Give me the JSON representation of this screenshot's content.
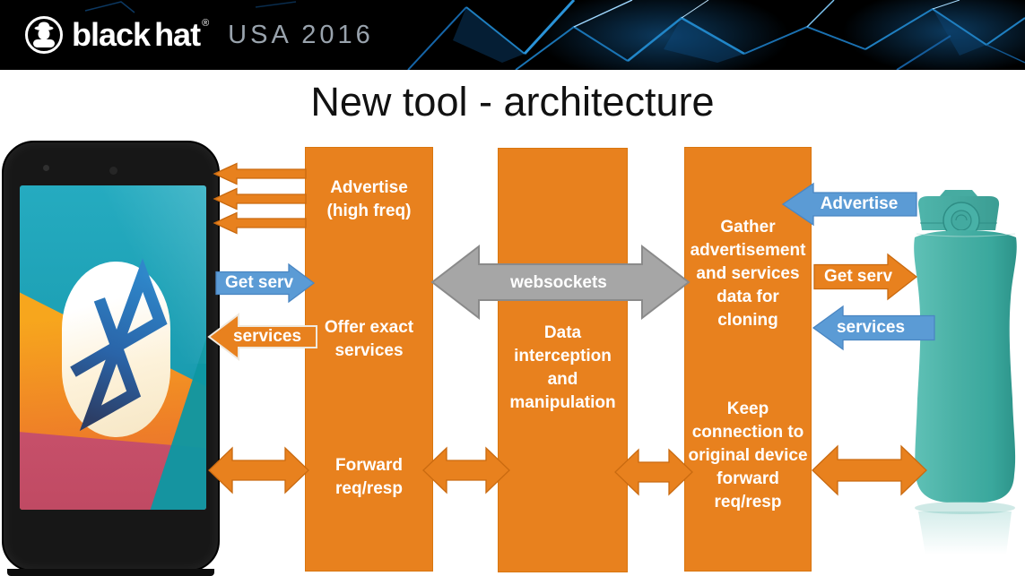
{
  "header": {
    "brand_black": "black",
    "brand_hat": "hat",
    "reg_mark": "®",
    "event": "USA 2016"
  },
  "title": "New tool - architecture",
  "boxes": {
    "left": {
      "advertise": "Advertise\n(high freq)",
      "offer": "Offer exact\nservices",
      "forward": "Forward\nreq/resp"
    },
    "middle": {
      "label": "Data\ninterception\nand\nmanipulation"
    },
    "right": {
      "gather": "Gather\nadvertisement\nand services\ndata for\ncloning",
      "keep": "Keep\nconnection to\noriginal device\nforward\nreq/resp"
    }
  },
  "arrows": {
    "websockets": "websockets",
    "get_serv_left": "Get serv",
    "services_left": "services",
    "advertise_right": "Advertise",
    "get_serv_right": "Get serv",
    "services_right": "services"
  },
  "icons": {
    "brand_logo": "blackhat-silhouette-icon",
    "phone": "android-phone-bluetooth-screen",
    "bottle": "smart-water-bottle"
  },
  "colors": {
    "box_orange": "#E8811E",
    "arrow_blue": "#5B9BD5",
    "arrow_gray": "#A6A6A6",
    "bottle_teal": "#49B2A8",
    "header_black": "#000000"
  }
}
